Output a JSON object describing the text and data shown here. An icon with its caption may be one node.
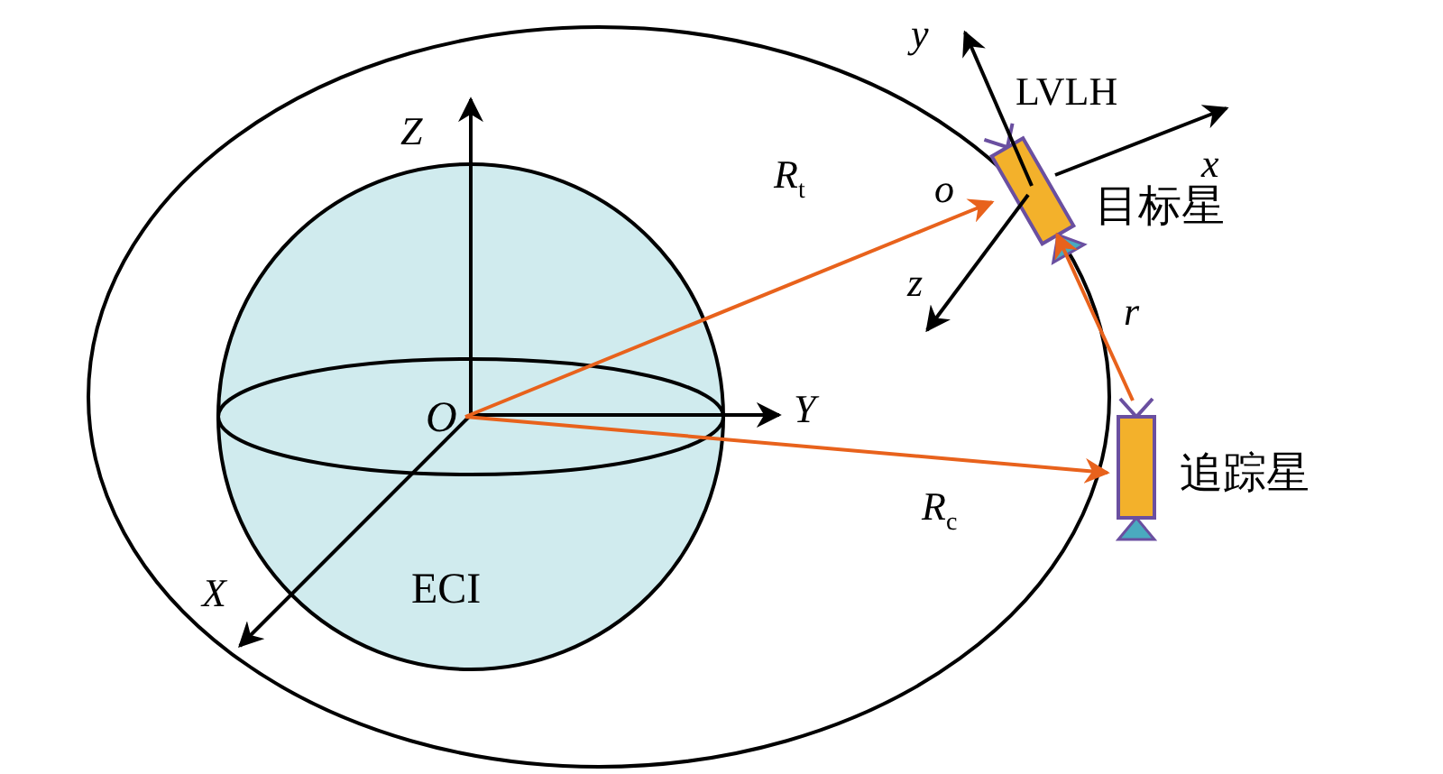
{
  "diagram": {
    "nodes": [
      {
        "text": [
          "ECI"
        ]
      },
      {
        "text": [
          "O"
        ],
        "in": 0
      },
      {
        "text": [
          "目标星"
        ]
      },
      {
        "text": [
          "追踪星"
        ]
      }
    ],
    "edges": [
      {
        "from": 1,
        "to": 2,
        "arrow": "to",
        "label": "R$_{t}$"
      },
      {
        "from": 1,
        "to": 3,
        "arrow": "to",
        "label": "R$_{c}$"
      },
      {
        "from": 3,
        "to": 2,
        "arrow": "to",
        "label": "r"
      }
    ],
    "labels": [
      "Z",
      "Y",
      "X",
      "y",
      "LVLH",
      "x",
      "o",
      "z"
    ]
  }
}
